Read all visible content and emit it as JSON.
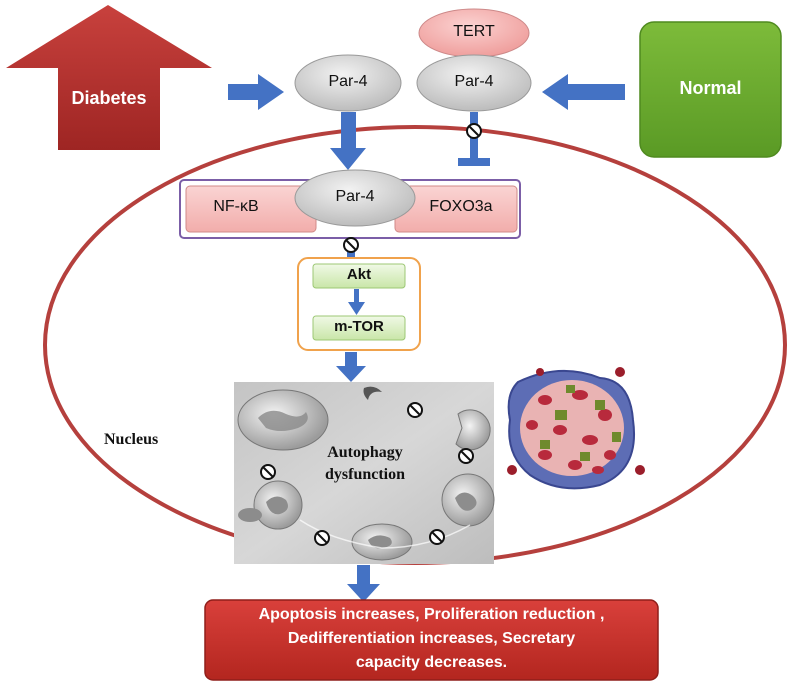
{
  "diabetes_label": "Diabetes",
  "normal_label": "Normal",
  "tert_label": "TERT",
  "par4_left_label": "Par-4",
  "par4_right_label": "Par-4",
  "par4_center_label": "Par-4",
  "nfkb_label": "NF-κB",
  "foxo3a_label": "FOXO3a",
  "akt_label": "Akt",
  "mtor_label": "m-TOR",
  "nucleus_label": "Nucleus",
  "autophagy_label_line1": "Autophagy",
  "autophagy_label_line2": "dysfunction",
  "outcome_line1": "Apoptosis increases, Proliferation reduction ,",
  "outcome_line2": "Dedifferentiation increases,  Secretary",
  "outcome_line3": "capacity decreases.",
  "colors": {
    "diabetes": "#b5312f",
    "normal": "#6aa82e",
    "arrow_blue": "#4472c4",
    "nucleus_outline": "#b5403d",
    "tert_fill": "#f4a9a8",
    "par4_fill": "#d2d2d2",
    "box_pink": "#f7c4c3",
    "akt_green": "#ddf0c8",
    "orange_border": "#f0a24c",
    "purple_border": "#7b5ea7",
    "outcome_fill": "#c9302c"
  }
}
